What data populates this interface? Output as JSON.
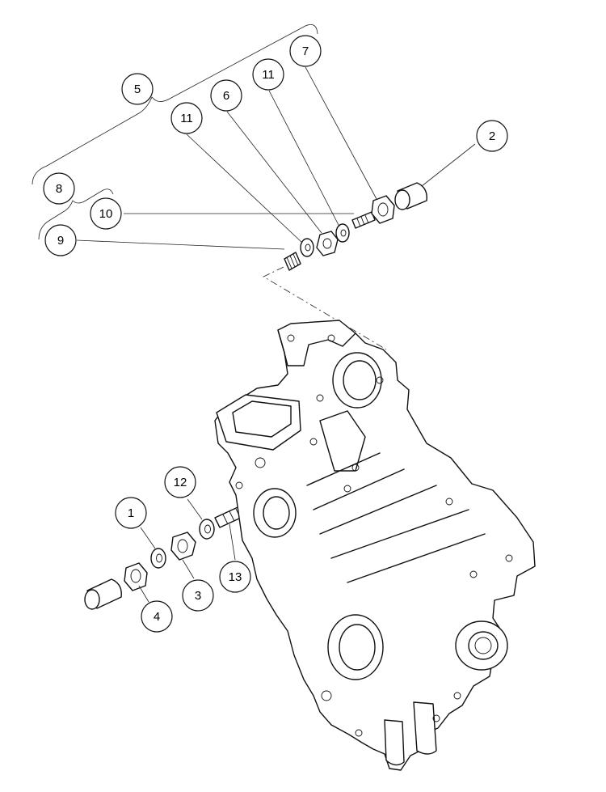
{
  "colors": {
    "line": "#111111",
    "background": "#ffffff"
  },
  "callouts": [
    {
      "label": "5"
    },
    {
      "label": "7"
    },
    {
      "label": "11"
    },
    {
      "label": "6"
    },
    {
      "label": "11"
    },
    {
      "label": "2"
    },
    {
      "label": "8"
    },
    {
      "label": "10"
    },
    {
      "label": "9"
    },
    {
      "label": "12"
    },
    {
      "label": "1"
    },
    {
      "label": "13"
    },
    {
      "label": "3"
    },
    {
      "label": "4"
    }
  ]
}
